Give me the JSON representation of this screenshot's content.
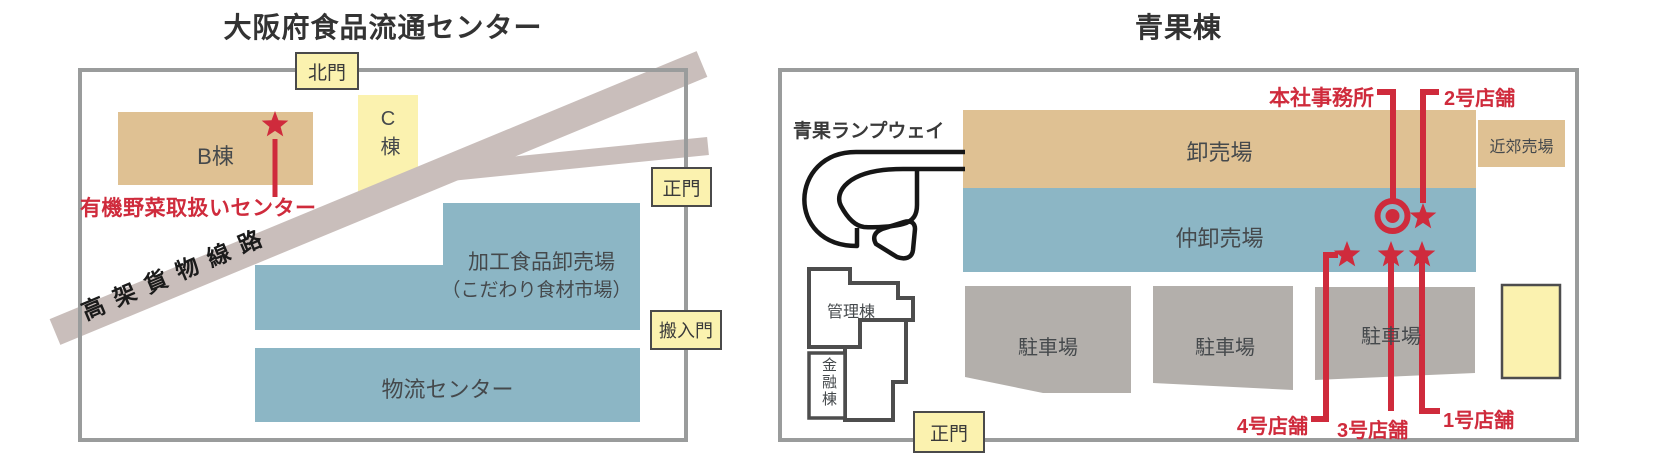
{
  "colors": {
    "tan": "#DFC193",
    "teal": "#8CB6C5",
    "yellow": "#FBF2AF",
    "parking": "#B3AFAB",
    "rail": "#C9BEBB",
    "border": "#9A9C9C",
    "outline": "#4D4D4D",
    "ramp": "#161616",
    "red": "#CF2B3C",
    "text": "#45494C",
    "title": "#333333"
  },
  "left_map": {
    "title": "大阪府食品流通センター",
    "gate_north": "北門",
    "gate_main": "正門",
    "gate_delivery": "搬入門",
    "building_b": "B棟",
    "building_c": "C棟",
    "rail_line": "高架貨物線路",
    "organic_center": "有機野菜取扱いセンター",
    "processed_food_market": "加工食品卸売場",
    "processed_food_market_sub": "（こだわり食材市場）",
    "logistics_center": "物流センター"
  },
  "right_map": {
    "title": "青果棟",
    "rampway": "青果ランプウェイ",
    "wholesale": "卸売場",
    "intermediate_wholesale": "仲卸売場",
    "suburban_market": "近郊売場",
    "admin_building": "管理棟",
    "finance_building": "金融棟",
    "gate_main": "正門",
    "parking": [
      "駐車場",
      "駐車場",
      "駐車場"
    ],
    "head_office": "本社事務所",
    "store_1": "1号店舗",
    "store_2": "2号店舗",
    "store_3": "3号店舗",
    "store_4": "4号店舗"
  }
}
